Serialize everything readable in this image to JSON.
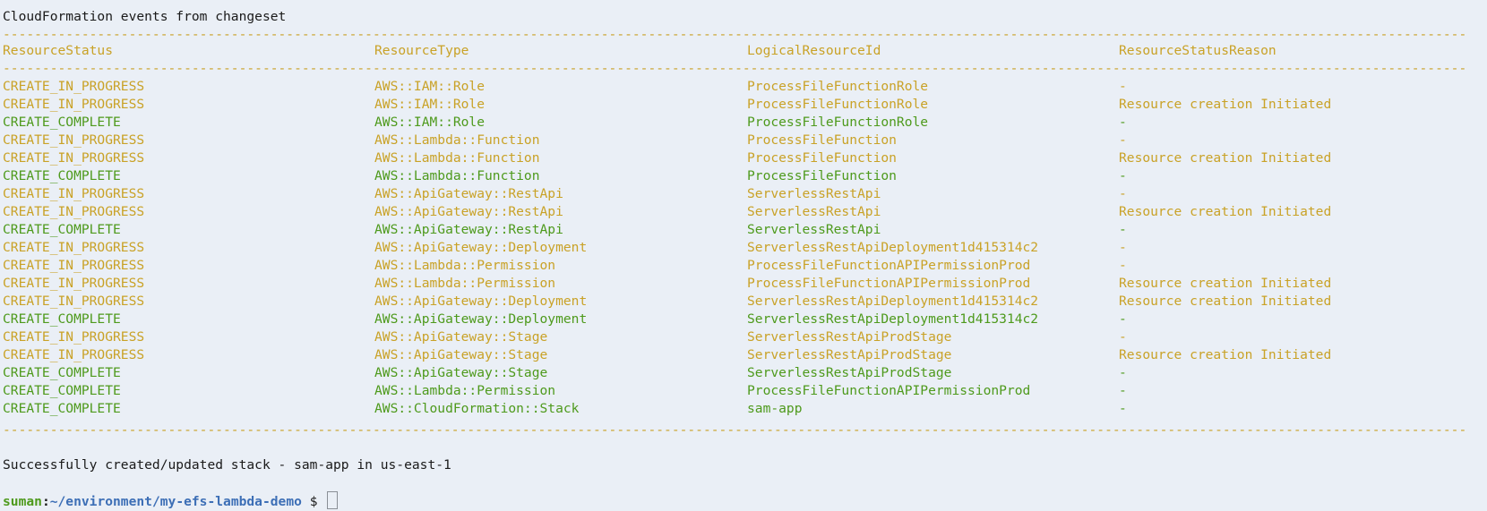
{
  "title": "CloudFormation events from changeset",
  "separator": "------------------------------------------------------------------------------------------------------------------------------------------------------------------------------------------------------------------------",
  "headers": [
    "ResourceStatus",
    "ResourceType",
    "LogicalResourceId",
    "ResourceStatusReason"
  ],
  "rows": [
    {
      "status": "CREATE_IN_PROGRESS",
      "type": "AWS::IAM::Role",
      "id": "ProcessFileFunctionRole",
      "reason": "-"
    },
    {
      "status": "CREATE_IN_PROGRESS",
      "type": "AWS::IAM::Role",
      "id": "ProcessFileFunctionRole",
      "reason": "Resource creation Initiated"
    },
    {
      "status": "CREATE_COMPLETE",
      "type": "AWS::IAM::Role",
      "id": "ProcessFileFunctionRole",
      "reason": "-"
    },
    {
      "status": "CREATE_IN_PROGRESS",
      "type": "AWS::Lambda::Function",
      "id": "ProcessFileFunction",
      "reason": "-"
    },
    {
      "status": "CREATE_IN_PROGRESS",
      "type": "AWS::Lambda::Function",
      "id": "ProcessFileFunction",
      "reason": "Resource creation Initiated"
    },
    {
      "status": "CREATE_COMPLETE",
      "type": "AWS::Lambda::Function",
      "id": "ProcessFileFunction",
      "reason": "-"
    },
    {
      "status": "CREATE_IN_PROGRESS",
      "type": "AWS::ApiGateway::RestApi",
      "id": "ServerlessRestApi",
      "reason": "-"
    },
    {
      "status": "CREATE_IN_PROGRESS",
      "type": "AWS::ApiGateway::RestApi",
      "id": "ServerlessRestApi",
      "reason": "Resource creation Initiated"
    },
    {
      "status": "CREATE_COMPLETE",
      "type": "AWS::ApiGateway::RestApi",
      "id": "ServerlessRestApi",
      "reason": "-"
    },
    {
      "status": "CREATE_IN_PROGRESS",
      "type": "AWS::ApiGateway::Deployment",
      "id": "ServerlessRestApiDeployment1d415314c2",
      "reason": "-"
    },
    {
      "status": "CREATE_IN_PROGRESS",
      "type": "AWS::Lambda::Permission",
      "id": "ProcessFileFunctionAPIPermissionProd",
      "reason": "-"
    },
    {
      "status": "CREATE_IN_PROGRESS",
      "type": "AWS::Lambda::Permission",
      "id": "ProcessFileFunctionAPIPermissionProd",
      "reason": "Resource creation Initiated"
    },
    {
      "status": "CREATE_IN_PROGRESS",
      "type": "AWS::ApiGateway::Deployment",
      "id": "ServerlessRestApiDeployment1d415314c2",
      "reason": "Resource creation Initiated"
    },
    {
      "status": "CREATE_COMPLETE",
      "type": "AWS::ApiGateway::Deployment",
      "id": "ServerlessRestApiDeployment1d415314c2",
      "reason": "-"
    },
    {
      "status": "CREATE_IN_PROGRESS",
      "type": "AWS::ApiGateway::Stage",
      "id": "ServerlessRestApiProdStage",
      "reason": "-"
    },
    {
      "status": "CREATE_IN_PROGRESS",
      "type": "AWS::ApiGateway::Stage",
      "id": "ServerlessRestApiProdStage",
      "reason": "Resource creation Initiated"
    },
    {
      "status": "CREATE_COMPLETE",
      "type": "AWS::ApiGateway::Stage",
      "id": "ServerlessRestApiProdStage",
      "reason": "-"
    },
    {
      "status": "CREATE_COMPLETE",
      "type": "AWS::Lambda::Permission",
      "id": "ProcessFileFunctionAPIPermissionProd",
      "reason": "-"
    },
    {
      "status": "CREATE_COMPLETE",
      "type": "AWS::CloudFormation::Stack",
      "id": "sam-app",
      "reason": "-"
    }
  ],
  "success_message": "Successfully created/updated stack - sam-app in us-east-1",
  "prompt": {
    "user": "suman",
    "separator": ":",
    "path": "~/environment/my-efs-lambda-demo",
    "symbol": "$"
  },
  "colors": {
    "in_progress": "#c9a227",
    "complete": "#4e9a1c",
    "path": "#3d6fb6",
    "background": "#eaeff6"
  }
}
